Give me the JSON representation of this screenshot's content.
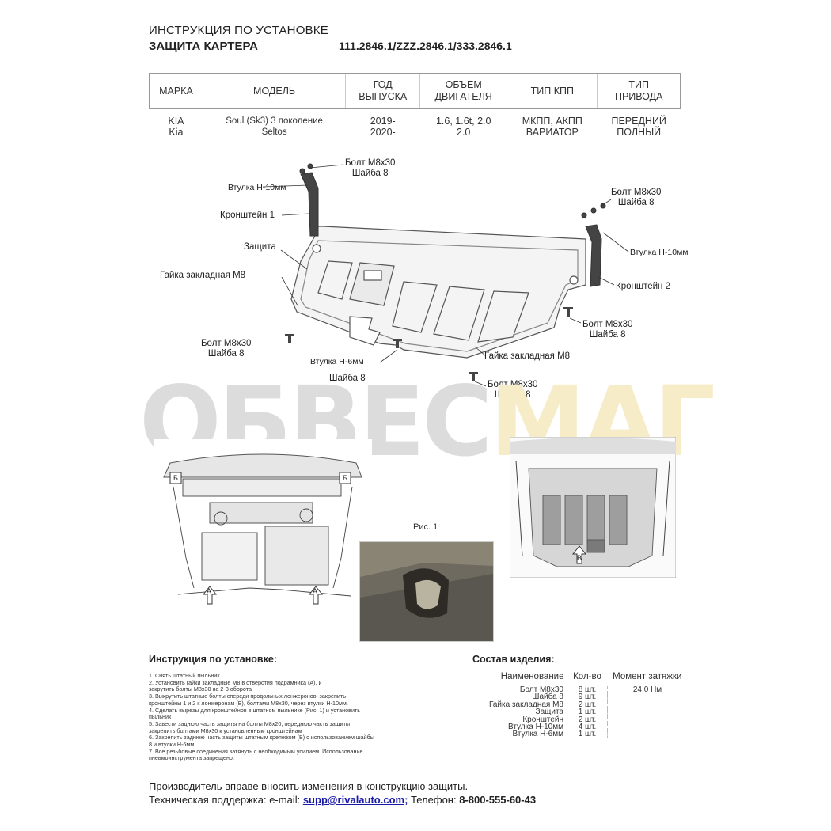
{
  "header": {
    "title": "ИНСТРУКЦИЯ ПО УСТАНОВКЕ",
    "subtitle": "ЗАЩИТА КАРТЕРА",
    "article_codes": "111.2846.1/ZZZ.2846.1/333.2846.1"
  },
  "spec_table": {
    "headers": [
      [
        "МАРКА",
        ""
      ],
      [
        "МОДЕЛЬ",
        ""
      ],
      [
        "ГОД",
        "ВЫПУСКА"
      ],
      [
        "ОБЪЕМ",
        "ДВИГАТЕЛЯ"
      ],
      [
        "ТИП КПП",
        ""
      ],
      [
        "ТИП",
        "ПРИВОДА"
      ]
    ],
    "row": [
      [
        "KIA",
        "Kia"
      ],
      [
        "Soul (Sk3) 3 поколение",
        "Seltos"
      ],
      [
        "2019-",
        "2020-"
      ],
      [
        "1.6, 1.6t, 2.0",
        "2.0"
      ],
      [
        "МКПП, АКПП",
        "ВАРИАТОР"
      ],
      [
        "ПЕРЕДНИЙ",
        "ПОЛНЫЙ"
      ]
    ]
  },
  "diagram_labels": {
    "bolt_top_left": [
      "Болт М8х30",
      "Шайба 8"
    ],
    "bushing_top_left": "Втулка Н-10мм",
    "bracket1": "Кронштейн 1",
    "protection": "Защита",
    "nut_left": "Гайка закладная М8",
    "bolt_left": [
      "Болт М8х30",
      "Шайба 8"
    ],
    "bushing_bottom": "Втулка Н-6мм",
    "washer_bottom": "Шайба 8",
    "nut_bottom": "Гайка закладная М8",
    "bolt_bottom": [
      "Болт М8х30",
      "Шайба 8"
    ],
    "bolt_top_right": [
      "Болт М8х30",
      "Шайба 8"
    ],
    "bushing_right": "Втулка Н-10мм",
    "bracket2": "Кронштейн 2",
    "bolt_right": [
      "Болт М8х30",
      "Шайба 8"
    ]
  },
  "watermark": {
    "part1": "ОБВЕС",
    "part2": "МАГ"
  },
  "figures": {
    "fig_caption": "Рис. 1",
    "marker_b": "Б",
    "marker_a": "А",
    "marker_v": "В"
  },
  "instructions": {
    "title": "Инструкция по установке:",
    "steps": [
      "1. Снять штатный пыльник",
      "2. Установить гайки закладные М8 в отверстия подрамника (А), и",
      "закрутить болты М8х30 на 2-3 оборота",
      "3. Выкрутить штатные болты спереди продольных лонжеронов, закрепить",
      "кронштейны 1 и 2 к лонжеронам (Б), болтами М8х30, через втулки Н-10мм.",
      "4. Сделать вырезы для кронштейнов в штатном пыльнике (Рис. 1) и установить",
      "пыльник",
      "5. Завести заднюю часть защиты на болты М8х20, переднюю часть защиты",
      "закрепить болтами М8х30 к установленным кронштейнам",
      "6. Закрепить заднюю часть защиты штатным крепежом (В) с использованием шайбы",
      "8 и втулки Н-6мм.",
      "7. Все резьбовые соединения затянуть с необходимым усилием. Использование",
      "пневмоинструмента запрещено."
    ]
  },
  "composition": {
    "title": "Состав изделия:",
    "headers": [
      "Наименование",
      "Кол-во",
      "Момент затяжки"
    ],
    "rows": [
      [
        "Болт М8х30",
        "8 шт.",
        "24.0 Нм"
      ],
      [
        "Шайба 8",
        "9 шт.",
        ""
      ],
      [
        "Гайка закладная М8",
        "2 шт.",
        ""
      ],
      [
        "Защита",
        "1 шт.",
        ""
      ],
      [
        "Кронштейн",
        "2 шт.",
        ""
      ],
      [
        "Втулка Н-10мм",
        "4 шт.",
        ""
      ],
      [
        "Втулка Н-6мм",
        "1 шт.",
        ""
      ]
    ]
  },
  "footer": {
    "line1": "Производитель вправе вносить изменения в конструкцию защиты.",
    "support_label": "Техническая поддержка:  e-mail:",
    "email": "supp@rivalauto.com;",
    "phone_label": "Телефон:",
    "phone": "8-800-555-60-43"
  }
}
